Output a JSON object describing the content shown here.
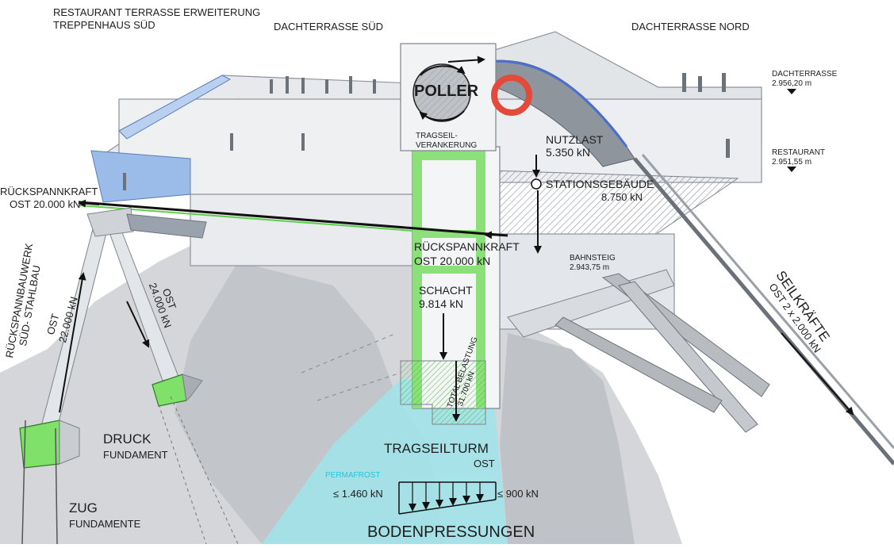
{
  "colors": {
    "accent_green": "#7fe06a",
    "permafrost": "#8fe0e6",
    "permafrost_text": "#20c8dc",
    "rock": "#cfd2d6",
    "steel": "#9aa3ad",
    "glass_blue": "#8fb4e8",
    "poller_red": "#e24a3a",
    "cable": "#222222"
  },
  "headers": {
    "restaurant_line1": "RESTAURANT TERRASSE ERWEITERUNG",
    "restaurant_line2": "TREPPENHAUS SÜD",
    "dachterrasse_sued": "DACHTERRASSE SÜD",
    "dachterrasse_nord": "DACHTERRASSE NORD"
  },
  "levels": {
    "dachterrasse_label": "DACHTERRASSE",
    "dachterrasse_value": "2.956,20 m",
    "restaurant_label": "RESTAURANT",
    "restaurant_value": "2.951,55 m",
    "bahnsteig_label": "BAHNSTEIG",
    "bahnsteig_value": "2.943,75 m"
  },
  "forces": {
    "poller": "POLLER",
    "tragseil_line1": "TRAGSEIL-",
    "tragseil_line2": "VERANKERUNG",
    "nutzlast_label": "NUTZLAST",
    "nutzlast_value": "5.350 kN",
    "stationsgebaeude_label": "STATIONSGEBÄUDE",
    "stationsgebaeude_value": "8.750 kN",
    "rueckspann_ost_label": "RÜCKSPANNKRAFT",
    "rueckspann_ost_value": "OST 20.000 kN",
    "rueckspann_mid_label": "RÜCKSPANNKRAFT",
    "rueckspann_mid_value": "OST 20.000 kN",
    "schacht_label": "SCHACHT",
    "schacht_value": "9.814 kN",
    "total_label": "TOTAL BELASTUNG",
    "total_value": "31.700 kN",
    "seilkraefte_label": "SEILKRÄFTE",
    "seilkraefte_value": "OST 2 x 2.000 kN",
    "ost_24000_label": "OST",
    "ost_24000_value": "24.000 kN",
    "ost_22000_label": "OST",
    "ost_22000_value": "22.000 kN",
    "rueckspannbauwerk_line1": "RÜCKSPANNBAUWERK",
    "rueckspannbauwerk_line2": "SÜD- STAHLBAU"
  },
  "foundations": {
    "druck_label": "DRUCK",
    "druck_sub": "FUNDAMENT",
    "zug_label": "ZUG",
    "zug_sub": "FUNDAMENTE",
    "tragseilturm_label": "TRAGSEILTURM",
    "tragseilturm_sub": "OST"
  },
  "ground": {
    "permafrost": "PERMAFROST",
    "pressure_left": "≤ 1.460 kN",
    "pressure_right": "≤ 900 kN",
    "bodenpressungen": "BODENPRESSUNGEN"
  }
}
